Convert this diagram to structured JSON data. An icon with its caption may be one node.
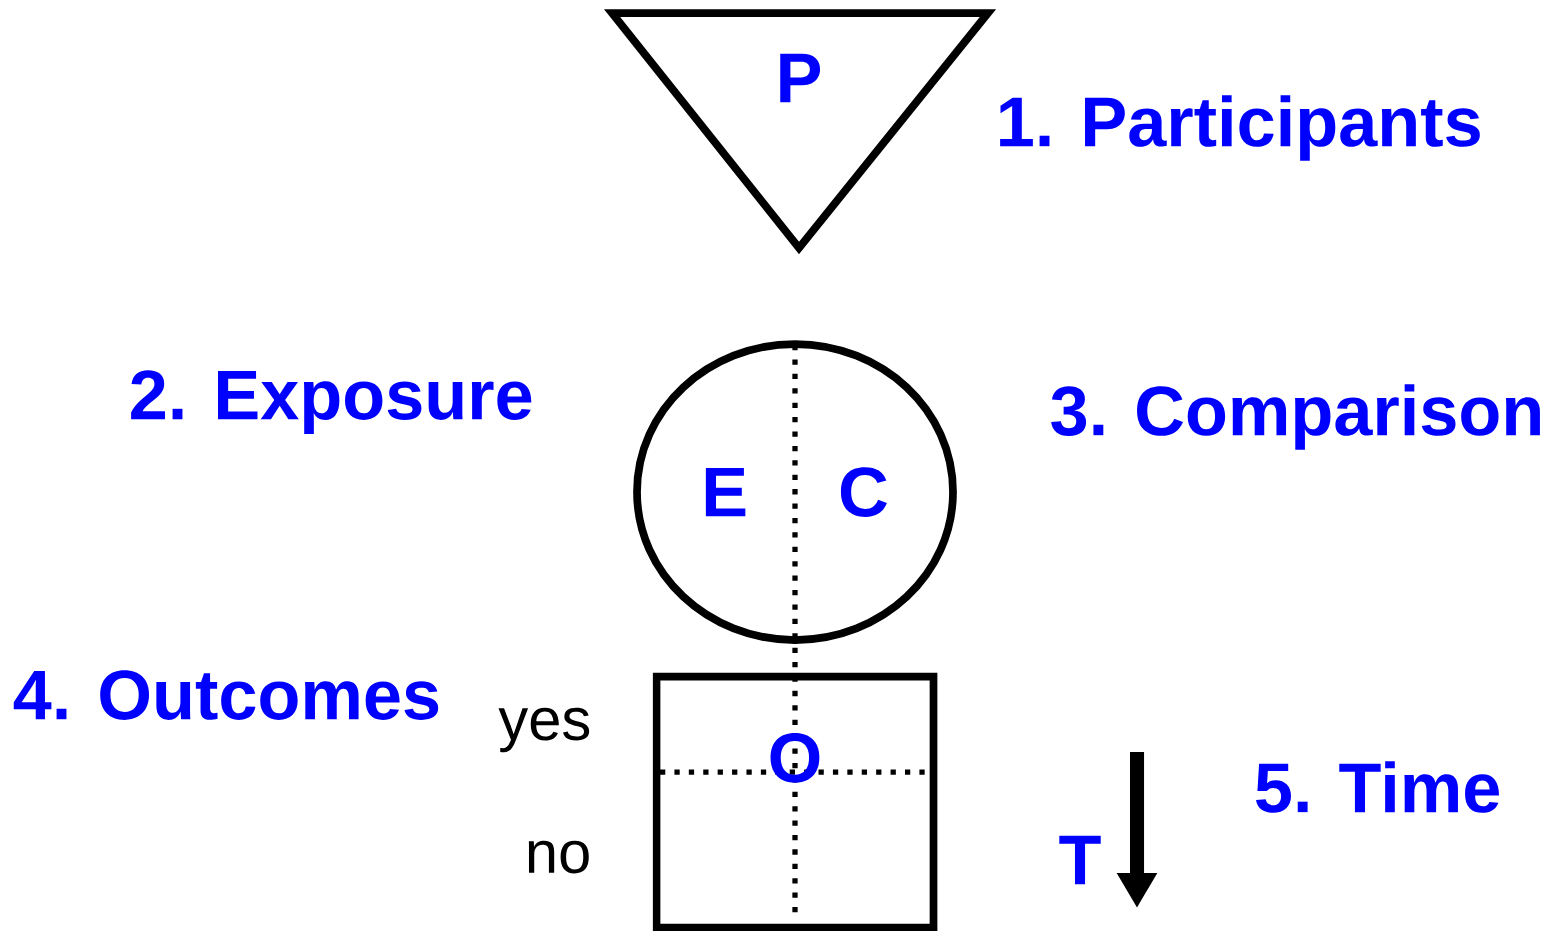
{
  "diagram": {
    "nodes": [
      {
        "text": [
          "P"
        ],
        "beside": [
          "1. Participants"
        ]
      },
      {
        "text": [
          "E",
          "C"
        ],
        "beside": [
          "2. Exposure",
          "3. Comparison"
        ]
      },
      {
        "text": [
          "O"
        ],
        "beside": [
          "4. Outcomes"
        ]
      }
    ],
    "labels": [
      "yes",
      "no",
      "T",
      "5. Time"
    ]
  }
}
